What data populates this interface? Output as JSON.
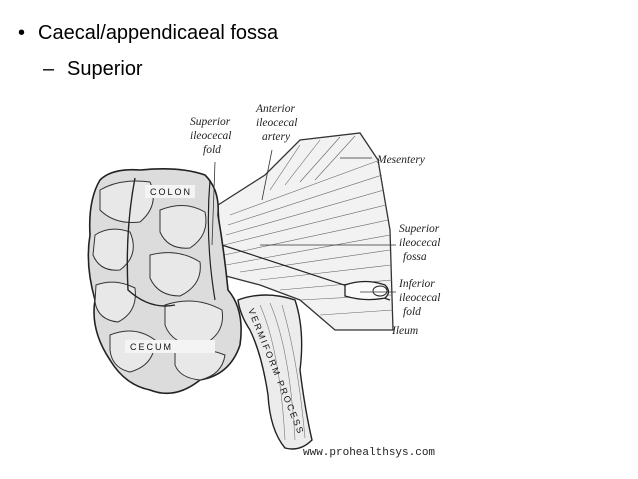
{
  "slide": {
    "bullet_marker": "•",
    "sub_marker": "–",
    "heading": "Caecal/appendicaeal fossa",
    "subheading": "Superior"
  },
  "figure": {
    "labels": {
      "superior_fold_1": "Superior",
      "superior_fold_2": "ileocecal",
      "superior_fold_3": "fold",
      "anterior_artery_1": "Anterior",
      "anterior_artery_2": "ileocecal",
      "anterior_artery_3": "artery",
      "mesentery": "Mesentery",
      "superior_fossa_1": "Superior",
      "superior_fossa_2": "ileocecal",
      "superior_fossa_3": "fossa",
      "inferior_fold_1": "Inferior",
      "inferior_fold_2": "ileocecal",
      "inferior_fold_3": "fold",
      "ileum": "Ileum",
      "colon": "COLON",
      "cecum": "CECUM",
      "vermiform": "VERMIFORM PROCESS"
    },
    "watermark": "www.prohealthsys.com"
  }
}
